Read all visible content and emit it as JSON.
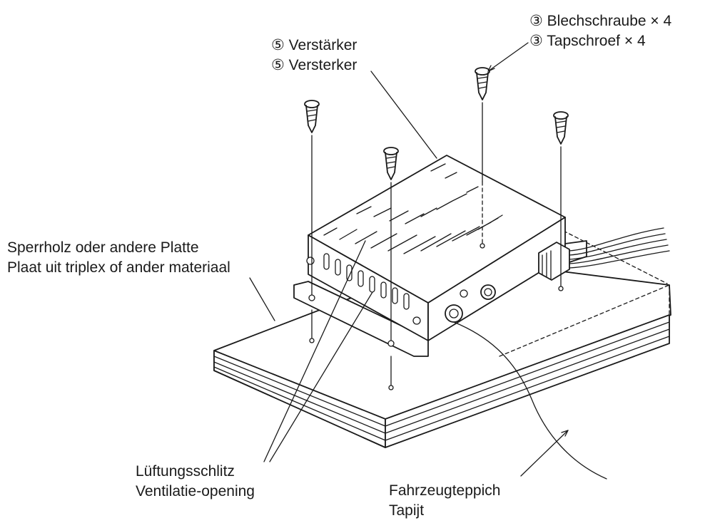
{
  "labels": {
    "screw_de": "③ Blechschraube × 4",
    "screw_nl": "③ Tapschroef × 4",
    "amp_de": "⑤ Verstärker",
    "amp_nl": "⑤ Versterker",
    "board_de": "Sperrholz oder andere Platte",
    "board_nl": "Plaat uit triplex of ander materiaal",
    "vent_de": "Lüftungsschlitz",
    "vent_nl": "Ventilatie-opening",
    "carpet_de": "Fahrzeugteppich",
    "carpet_nl": "Tapijt"
  }
}
